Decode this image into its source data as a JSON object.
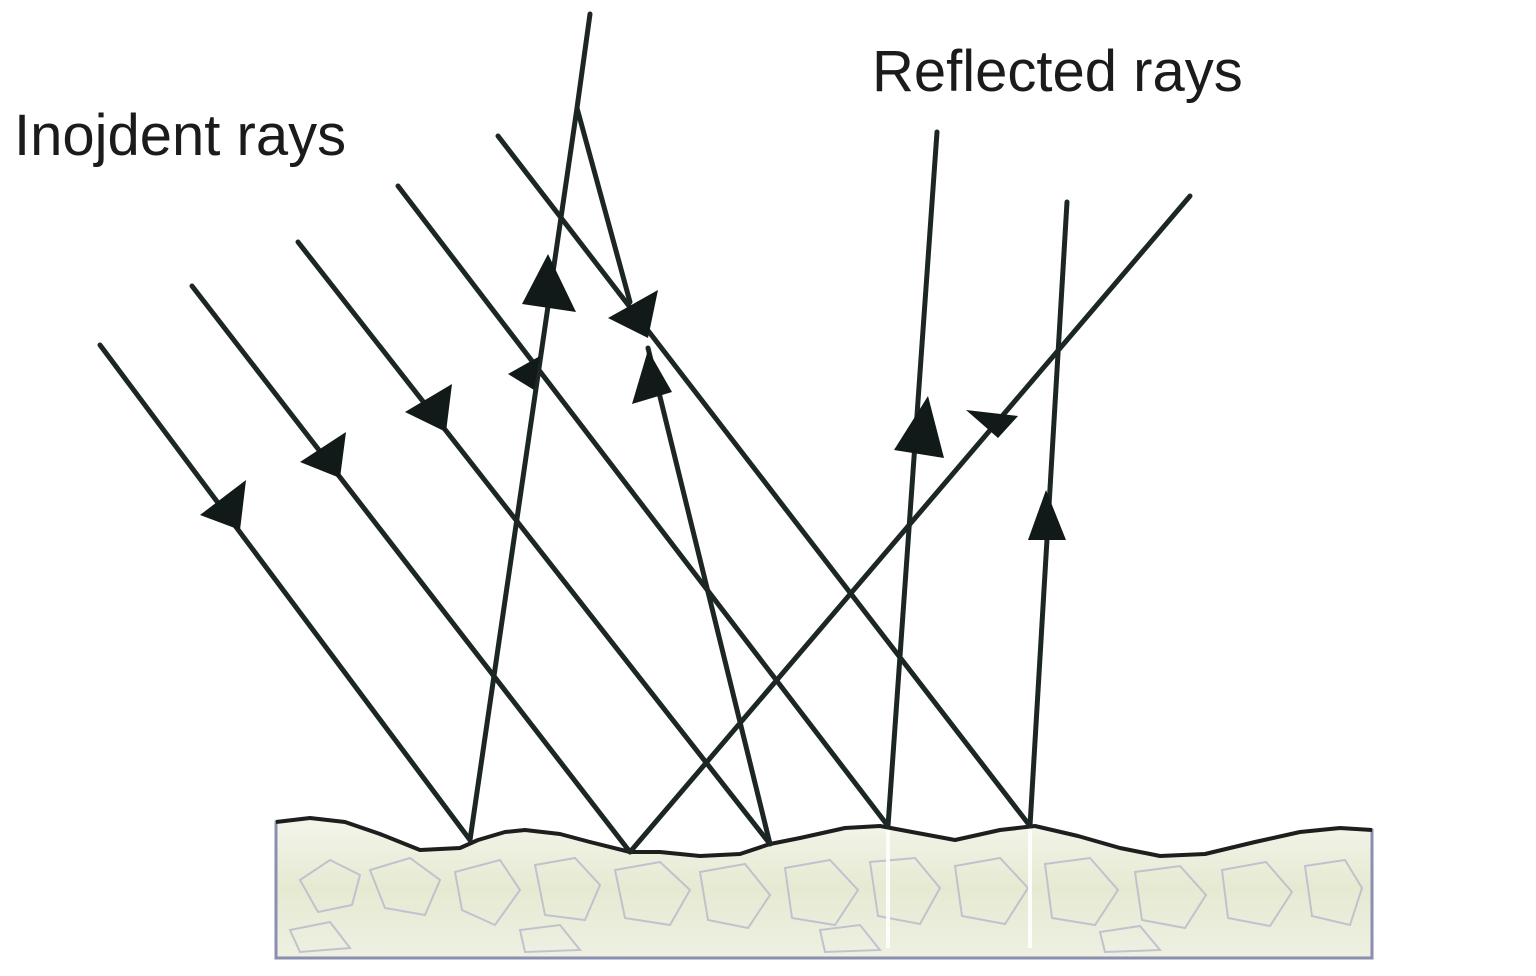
{
  "labels": {
    "incident": "Inojdent rays",
    "reflected": "Reflected rays"
  },
  "colors": {
    "ray": "#1c2624",
    "surface_edge": "#1e1e1e",
    "surface_fill": "#e9edd9",
    "surface_frame": "#8a8fb0",
    "background": "#ffffff"
  },
  "rays": {
    "incident_count": 5,
    "reflected_count": 5
  }
}
